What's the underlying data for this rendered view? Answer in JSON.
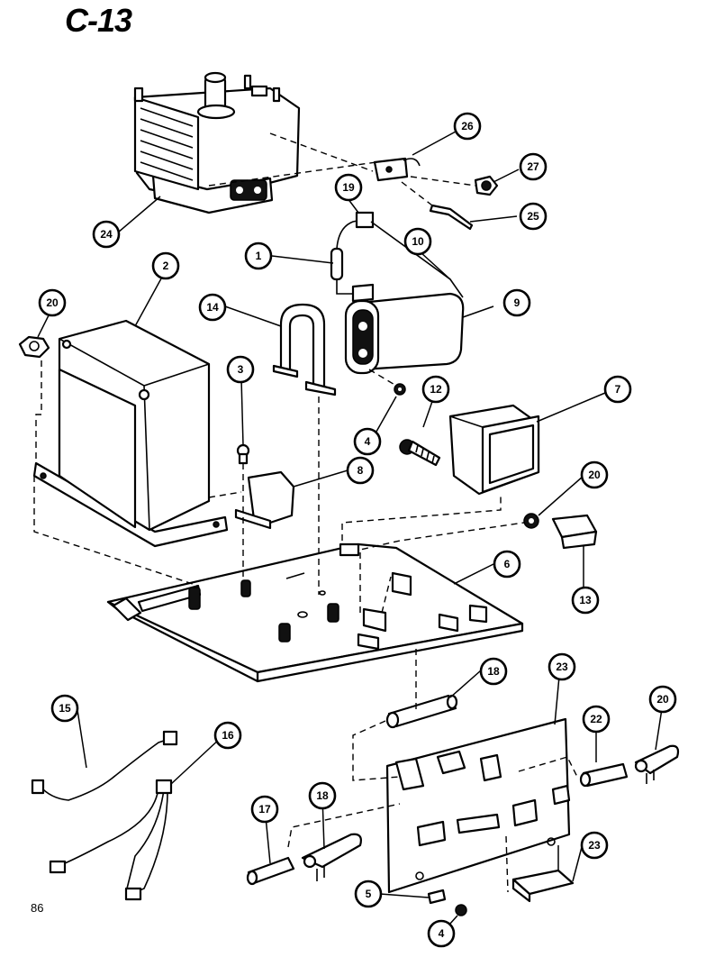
{
  "page": {
    "title": "C-13",
    "number": "86"
  },
  "callouts": [
    {
      "id": "c1",
      "label": "1"
    },
    {
      "id": "c2",
      "label": "2"
    },
    {
      "id": "c3",
      "label": "3"
    },
    {
      "id": "c4a",
      "label": "4"
    },
    {
      "id": "c4b",
      "label": "4"
    },
    {
      "id": "c5",
      "label": "5"
    },
    {
      "id": "c6",
      "label": "6"
    },
    {
      "id": "c7",
      "label": "7"
    },
    {
      "id": "c8",
      "label": "8"
    },
    {
      "id": "c9",
      "label": "9"
    },
    {
      "id": "c10",
      "label": "10"
    },
    {
      "id": "c12",
      "label": "12"
    },
    {
      "id": "c13",
      "label": "13"
    },
    {
      "id": "c14",
      "label": "14"
    },
    {
      "id": "c15",
      "label": "15"
    },
    {
      "id": "c16",
      "label": "16"
    },
    {
      "id": "c17",
      "label": "17"
    },
    {
      "id": "c18a",
      "label": "18"
    },
    {
      "id": "c18b",
      "label": "18"
    },
    {
      "id": "c19",
      "label": "19"
    },
    {
      "id": "c20a",
      "label": "20"
    },
    {
      "id": "c20b",
      "label": "20"
    },
    {
      "id": "c20c",
      "label": "20"
    },
    {
      "id": "c22",
      "label": "22"
    },
    {
      "id": "c23a",
      "label": "23"
    },
    {
      "id": "c23b",
      "label": "23"
    },
    {
      "id": "c24",
      "label": "24"
    },
    {
      "id": "c25",
      "label": "25"
    },
    {
      "id": "c26",
      "label": "26"
    },
    {
      "id": "c27",
      "label": "27"
    }
  ]
}
